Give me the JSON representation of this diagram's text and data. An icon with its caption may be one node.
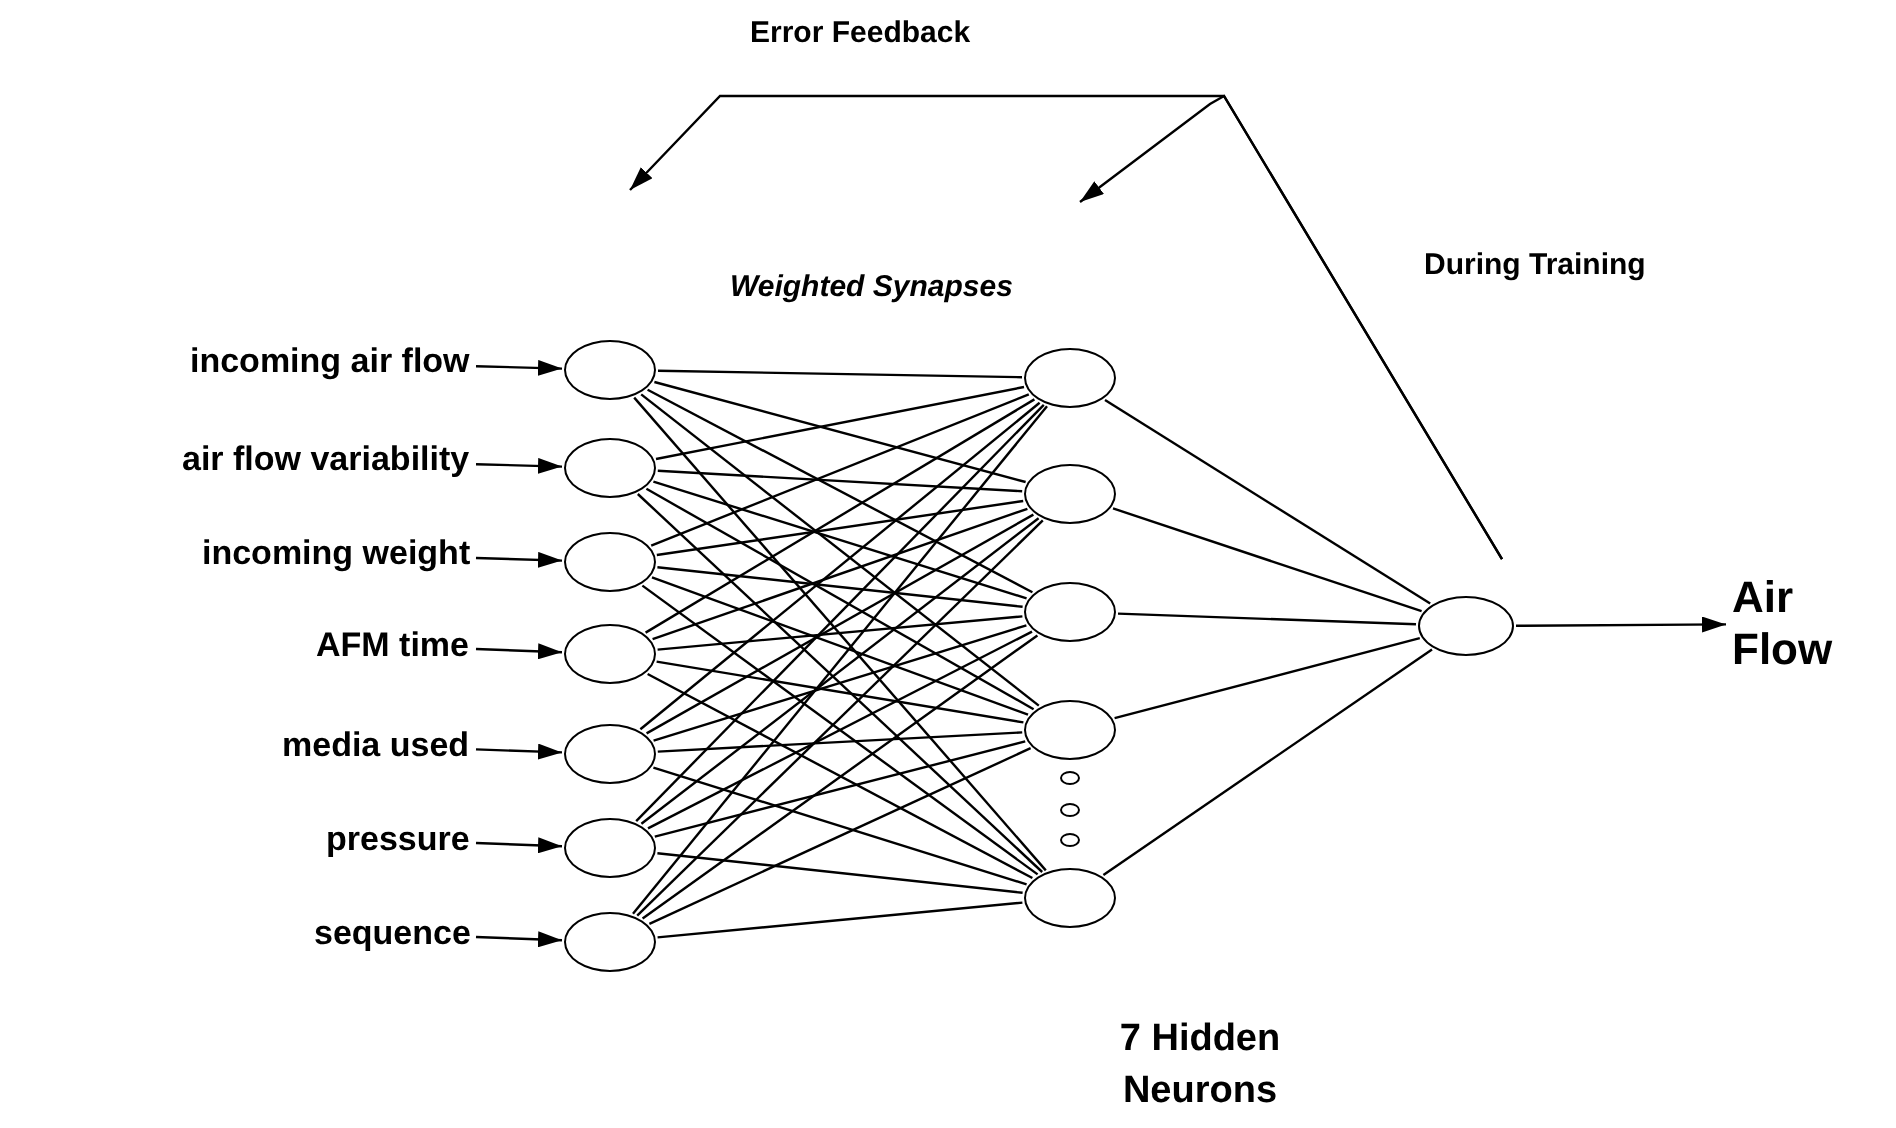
{
  "diagram": {
    "nodes": [
      {
        "text": [
          "incoming air flow"
        ]
      },
      {
        "text": [
          "air flow variability"
        ]
      },
      {
        "text": [
          "incoming weight"
        ]
      },
      {
        "text": [
          "AFM time"
        ]
      },
      {
        "text": [
          "media used"
        ]
      },
      {
        "text": [
          "pressure"
        ]
      },
      {
        "text": [
          "sequence"
        ]
      },
      {
        "text": [],
        "shape": "circle"
      },
      {
        "text": [],
        "shape": "circle"
      },
      {
        "text": [],
        "shape": "circle"
      },
      {
        "text": [],
        "shape": "circle"
      },
      {
        "text": [],
        "shape": "circle"
      },
      {
        "text": [],
        "shape": "circle"
      },
      {
        "text": [],
        "shape": "circle"
      },
      {
        "text": [],
        "shape": "circle"
      },
      {
        "text": [],
        "shape": "circle"
      },
      {
        "text": [],
        "shape": "circle"
      },
      {
        "text": [],
        "shape": "circle"
      },
      {
        "text": [],
        "shape": "circle"
      },
      {
        "text": [],
        "shape": "circle"
      },
      {
        "text": [
          "Air Flow"
        ]
      }
    ],
    "edges": [
      {
        "from": 0,
        "to": 7,
        "arrow": "to"
      },
      {
        "from": 1,
        "to": 8,
        "arrow": "to"
      },
      {
        "from": 2,
        "to": 9,
        "arrow": "to"
      },
      {
        "from": 3,
        "to": 10,
        "arrow": "to"
      },
      {
        "from": 4,
        "to": 11,
        "arrow": "to"
      },
      {
        "from": 5,
        "to": 12,
        "arrow": "to"
      },
      {
        "from": 6,
        "to": 13,
        "arrow": "to"
      },
      {
        "from": 7,
        "to": 14,
        "arrow": "none"
      },
      {
        "from": 7,
        "to": 15,
        "arrow": "none"
      },
      {
        "from": 7,
        "to": 16,
        "arrow": "none"
      },
      {
        "from": 7,
        "to": 17,
        "arrow": "none"
      },
      {
        "from": 7,
        "to": 18,
        "arrow": "none"
      },
      {
        "from": 8,
        "to": 14,
        "arrow": "none"
      },
      {
        "from": 8,
        "to": 15,
        "arrow": "none"
      },
      {
        "from": 8,
        "to": 16,
        "arrow": "none"
      },
      {
        "from": 8,
        "to": 17,
        "arrow": "none"
      },
      {
        "from": 8,
        "to": 18,
        "arrow": "none"
      },
      {
        "from": 9,
        "to": 14,
        "arrow": "none"
      },
      {
        "from": 9,
        "to": 15,
        "arrow": "none"
      },
      {
        "from": 9,
        "to": 16,
        "arrow": "none"
      },
      {
        "from": 9,
        "to": 17,
        "arrow": "none"
      },
      {
        "from": 9,
        "to": 18,
        "arrow": "none"
      },
      {
        "from": 10,
        "to": 14,
        "arrow": "none"
      },
      {
        "from": 10,
        "to": 15,
        "arrow": "none"
      },
      {
        "from": 10,
        "to": 16,
        "arrow": "none"
      },
      {
        "from": 10,
        "to": 17,
        "arrow": "none"
      },
      {
        "from": 10,
        "to": 18,
        "arrow": "none"
      },
      {
        "from": 11,
        "to": 14,
        "arrow": "none"
      },
      {
        "from": 11,
        "to": 15,
        "arrow": "none"
      },
      {
        "from": 11,
        "to": 16,
        "arrow": "none"
      },
      {
        "from": 11,
        "to": 17,
        "arrow": "none"
      },
      {
        "from": 11,
        "to": 18,
        "arrow": "none"
      },
      {
        "from": 12,
        "to": 14,
        "arrow": "none"
      },
      {
        "from": 12,
        "to": 15,
        "arrow": "none"
      },
      {
        "from": 12,
        "to": 16,
        "arrow": "none"
      },
      {
        "from": 12,
        "to": 17,
        "arrow": "none"
      },
      {
        "from": 12,
        "to": 18,
        "arrow": "none"
      },
      {
        "from": 13,
        "to": 14,
        "arrow": "none"
      },
      {
        "from": 13,
        "to": 15,
        "arrow": "none"
      },
      {
        "from": 13,
        "to": 16,
        "arrow": "none"
      },
      {
        "from": 13,
        "to": 17,
        "arrow": "none"
      },
      {
        "from": 13,
        "to": 18,
        "arrow": "none"
      },
      {
        "from": 14,
        "to": 19,
        "arrow": "none"
      },
      {
        "from": 15,
        "to": 19,
        "arrow": "none"
      },
      {
        "from": 16,
        "to": 19,
        "arrow": "none"
      },
      {
        "from": 17,
        "to": 19,
        "arrow": "none"
      },
      {
        "from": 18,
        "to": 19,
        "arrow": "none"
      },
      {
        "from": 19,
        "to": 20,
        "arrow": "to"
      },
      {
        "from": 19,
        "to": null,
        "arrow": "to"
      },
      {
        "from": 19,
        "to": null,
        "arrow": "to"
      }
    ],
    "labels": [
      "Error Feedback",
      "Weighted Synapses",
      "During Training",
      "7 Hidden Neurons"
    ]
  }
}
